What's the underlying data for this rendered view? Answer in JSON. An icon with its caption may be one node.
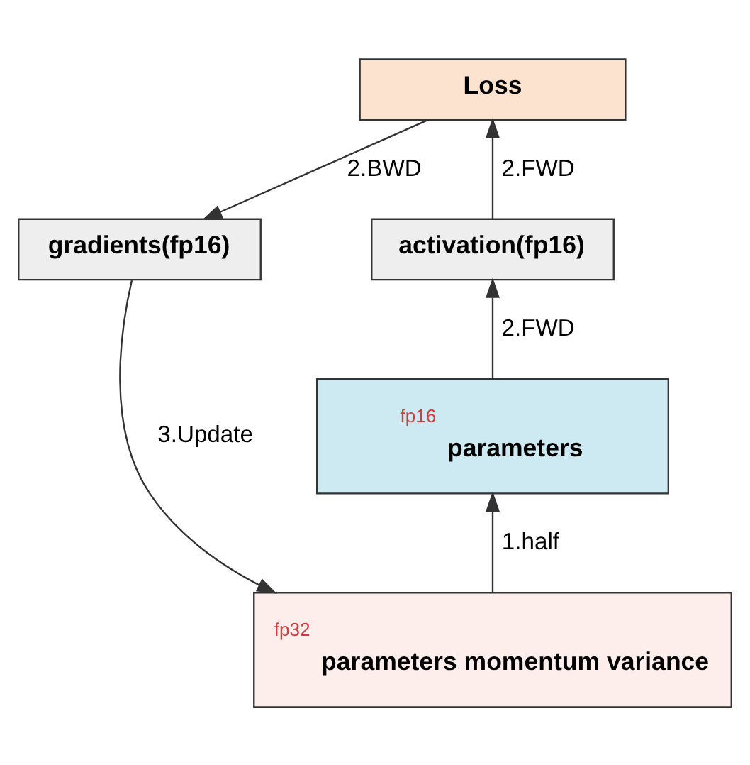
{
  "diagram": {
    "nodes": [
      {
        "text": [
          "Loss"
        ]
      },
      {
        "text": [
          "activation(fp16)"
        ]
      },
      {
        "text": [
          "gradients(fp16)"
        ]
      },
      {
        "text": [
          "fp16",
          "parameters"
        ]
      },
      {
        "text": [
          "fp32",
          "parameters momentum variance"
        ]
      }
    ],
    "edges": [
      {
        "from": 1,
        "to": 0,
        "arrow": "to",
        "label": "2.FWD"
      },
      {
        "from": 0,
        "to": 2,
        "arrow": "to",
        "label": "2.BWD"
      },
      {
        "from": 3,
        "to": 1,
        "arrow": "to",
        "label": "2.FWD"
      },
      {
        "from": 4,
        "to": 3,
        "arrow": "to",
        "label": "1.half"
      },
      {
        "from": 2,
        "to": 4,
        "arrow": "to",
        "label": "3.Update"
      }
    ]
  }
}
